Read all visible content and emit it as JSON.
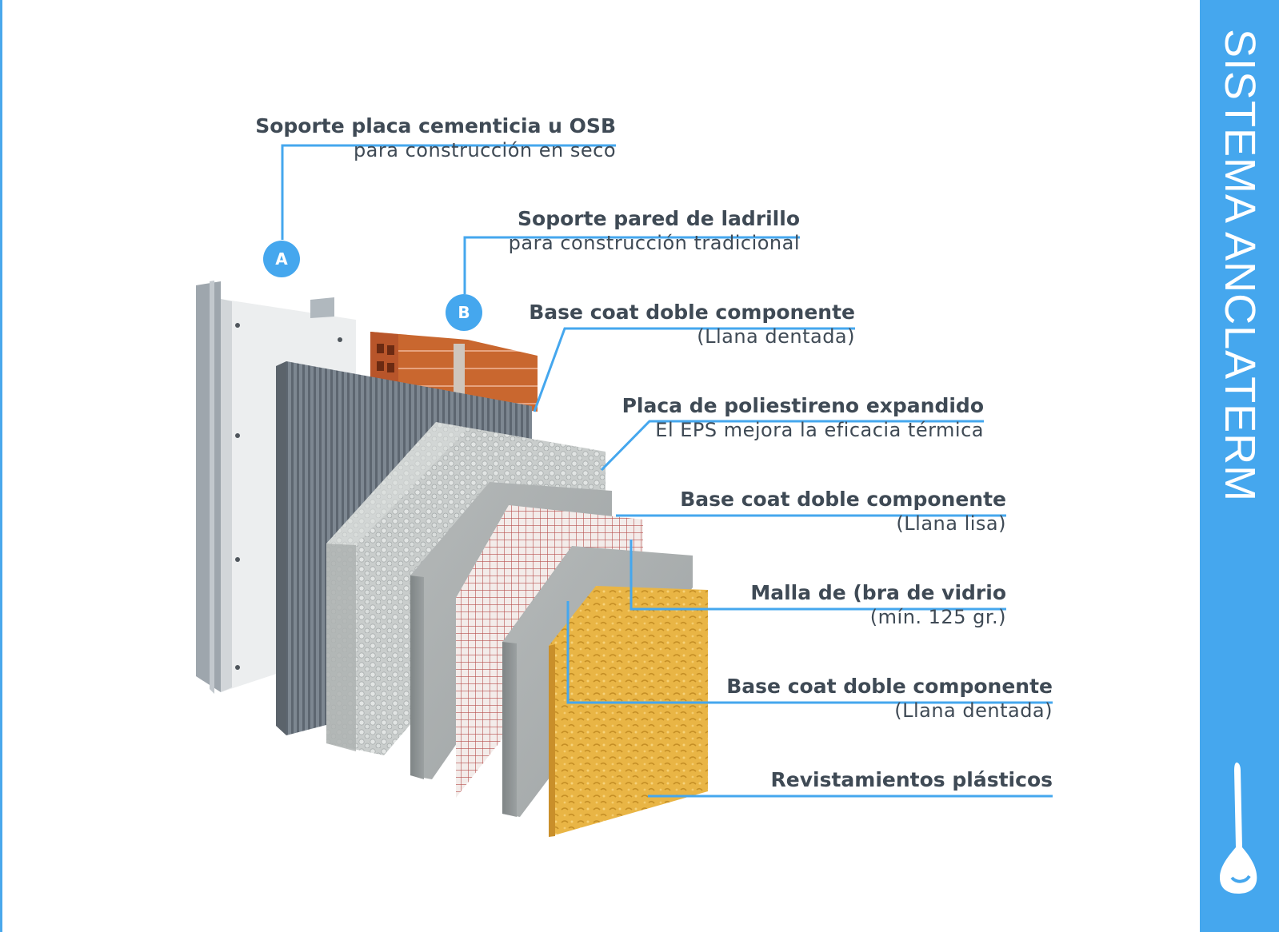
{
  "side_title": "SISTEMA ANCLATERM",
  "badges": {
    "a": "A",
    "b": "B"
  },
  "labels": [
    {
      "title": "Soporte placa cementicia u OSB",
      "sub": "para construcción en seco"
    },
    {
      "title": "Soporte pared de ladrillo",
      "sub": "para construcción tradicional"
    },
    {
      "title": "Base coat doble componente",
      "sub": "(Llana dentada)"
    },
    {
      "title": "Placa de poliestireno expandido",
      "sub": "El EPS mejora la eficacia térmica"
    },
    {
      "title": "Base coat doble componente",
      "sub": "(Llana lisa)"
    },
    {
      "title": "Malla de (bra de vidrio",
      "sub": "(mín. 125 gr.)"
    },
    {
      "title": "Base coat doble componente",
      "sub": "(Llana dentada)"
    },
    {
      "title": "Revistamientos plásticos",
      "sub": ""
    }
  ],
  "colors": {
    "accent": "#45a7ee",
    "text": "#3f4a55"
  }
}
